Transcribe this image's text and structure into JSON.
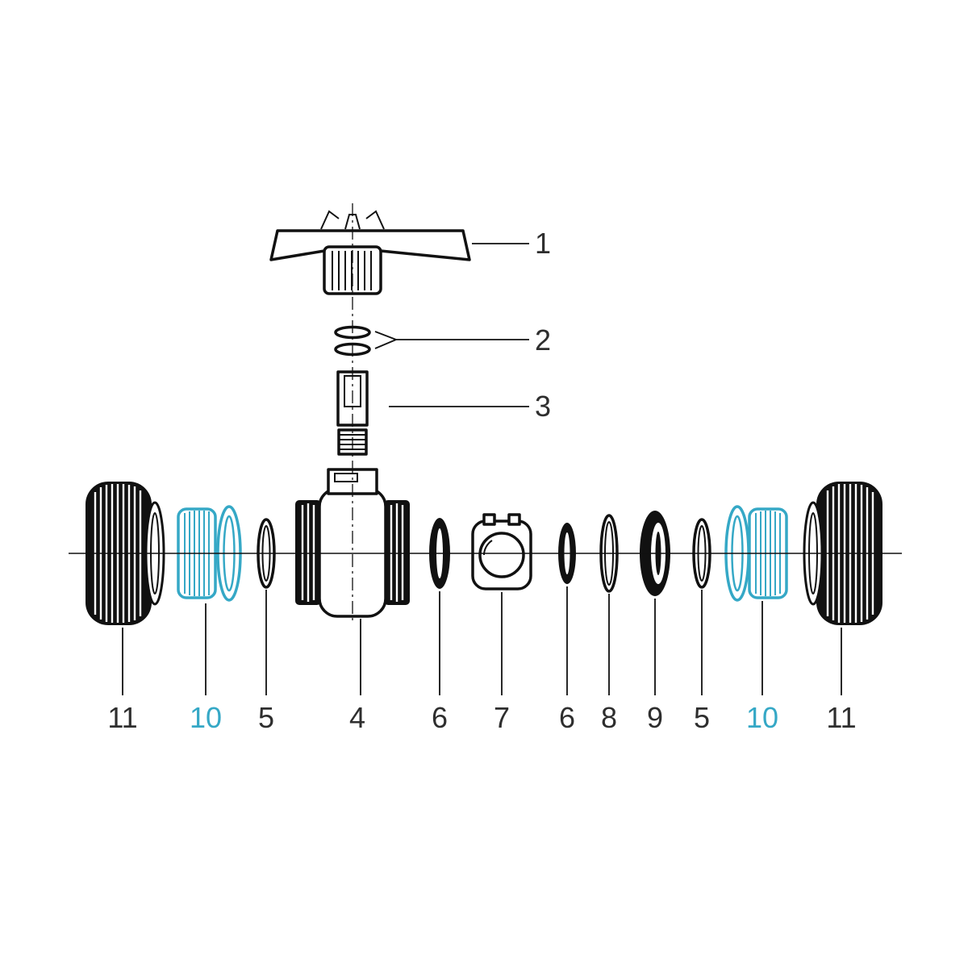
{
  "figure": {
    "kind": "exploded-parts-diagram"
  },
  "colors": {
    "line": "#111111",
    "accent": "#35a8c6",
    "background": "#ffffff"
  },
  "callouts_top": [
    {
      "label": "1",
      "accent": false
    },
    {
      "label": "2",
      "accent": false
    },
    {
      "label": "3",
      "accent": false
    }
  ],
  "callouts_bottom": [
    {
      "label": "11",
      "accent": false
    },
    {
      "label": "10",
      "accent": true
    },
    {
      "label": "5",
      "accent": false
    },
    {
      "label": "4",
      "accent": false
    },
    {
      "label": "6",
      "accent": false
    },
    {
      "label": "7",
      "accent": false
    },
    {
      "label": "6",
      "accent": false
    },
    {
      "label": "8",
      "accent": false
    },
    {
      "label": "9",
      "accent": false
    },
    {
      "label": "5",
      "accent": false
    },
    {
      "label": "10",
      "accent": true
    },
    {
      "label": "11",
      "accent": false
    }
  ]
}
